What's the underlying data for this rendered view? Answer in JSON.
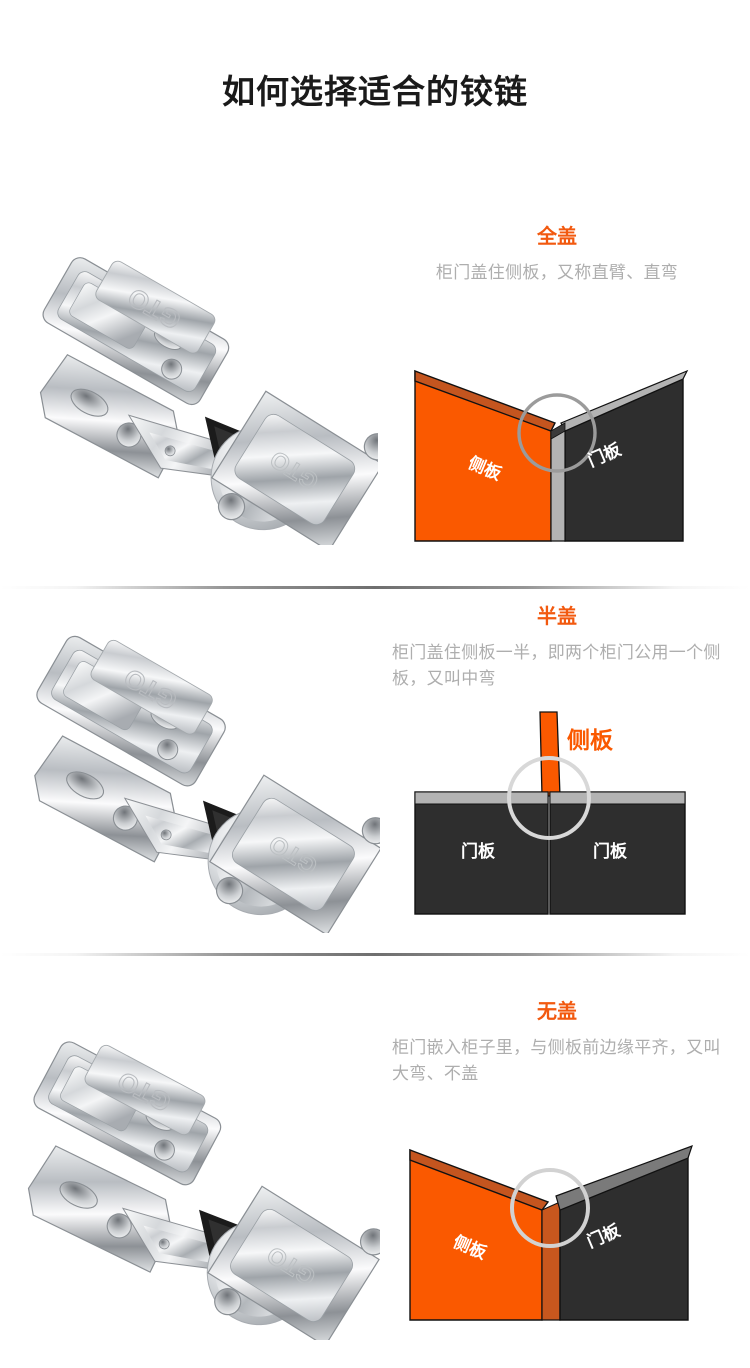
{
  "page": {
    "title": "如何选择适合的铰链",
    "background_color": "#ffffff",
    "accent_color": "#F2590F",
    "title_color": "#1a1a1a",
    "description_color": "#aeaeae"
  },
  "sections": [
    {
      "id": "full-overlay",
      "title": "全盖",
      "description": "柜门盖住侧板，又称直臂、直弯",
      "hinge_photo_alt": "GTO 全盖液压铰链",
      "hinge_brand": "GTO",
      "diagram": {
        "type": "corner-full-overlay",
        "side_panel_label": "侧板",
        "door_panel_label": "门板",
        "side_panel_color": "#FA5900",
        "side_panel_top_color": "#C4551F",
        "door_panel_color": "#2E2E2E",
        "door_panel_top_color": "#B3B3B3",
        "door_edge_color": "#B3B3B3",
        "highlight_circle_color": "#9b9b9b"
      }
    },
    {
      "id": "half-overlay",
      "title": "半盖",
      "description": "柜门盖住侧板一半，即两个柜门公用一个侧板，又叫中弯",
      "hinge_photo_alt": "GTO 半盖液压铰链",
      "hinge_brand": "GTO",
      "diagram": {
        "type": "shared-side-panel",
        "side_panel_label": "侧板",
        "door_panel_label_left": "门板",
        "door_panel_label_right": "门板",
        "side_panel_color": "#FA5900",
        "door_panel_color": "#2E2E2E",
        "door_panel_top_color": "#B3B3B3",
        "highlight_circle_color": "#d8d8d8"
      }
    },
    {
      "id": "inset",
      "title": "无盖",
      "description": "柜门嵌入柜子里，与侧板前边缘平齐，又叫大弯、不盖",
      "hinge_photo_alt": "GTO 无盖液压铰链",
      "hinge_brand": "GTO",
      "diagram": {
        "type": "corner-inset",
        "side_panel_label": "侧板",
        "door_panel_label": "门板",
        "side_panel_color": "#FA5900",
        "side_panel_top_color": "#C4551F",
        "side_panel_edge_color": "#C8571E",
        "door_panel_color": "#2E2E2E",
        "door_panel_top_color": "#7A7A7A",
        "highlight_circle_color": "#d2d2d2"
      }
    }
  ],
  "dividers": [
    {
      "id": "divider-1",
      "style": "gradient-hairline"
    },
    {
      "id": "divider-2",
      "style": "gradient-hairline"
    }
  ]
}
